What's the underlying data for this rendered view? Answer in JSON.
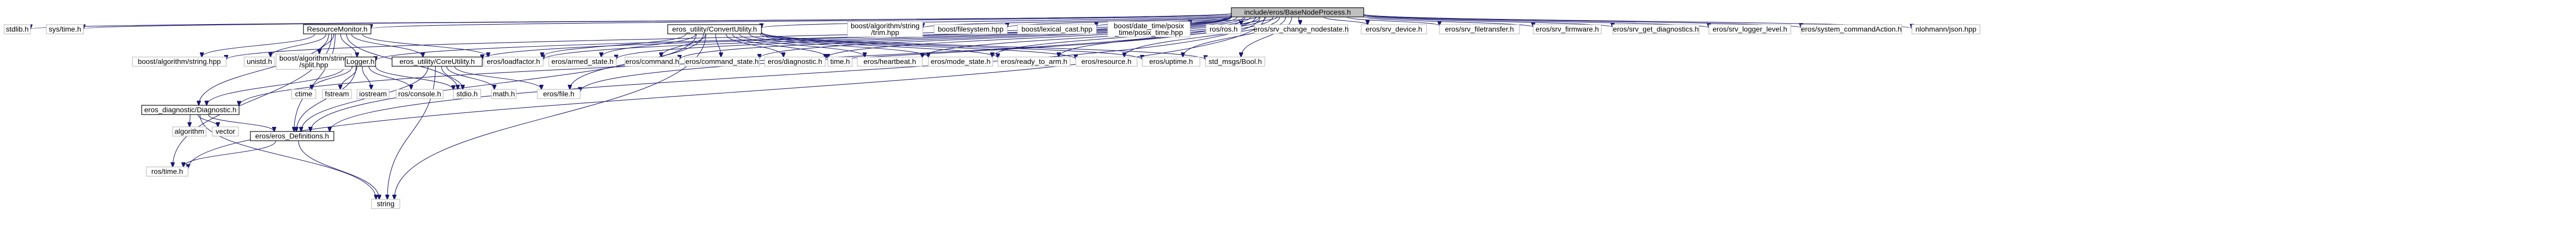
{
  "diagram": {
    "nodes": [
      {
        "id": "root",
        "lines": [
          "include/eros/BaseNodeProcess.h"
        ]
      },
      {
        "id": "stdlib",
        "lines": [
          "stdlib.h"
        ]
      },
      {
        "id": "systime",
        "lines": [
          "sys/time.h"
        ]
      },
      {
        "id": "resmon",
        "lines": [
          "ResourceMonitor.h"
        ]
      },
      {
        "id": "convutil",
        "lines": [
          "eros_utility/ConvertUtility.h"
        ]
      },
      {
        "id": "boost_trim",
        "lines": [
          "boost/algorithm/string",
          "/trim.hpp"
        ]
      },
      {
        "id": "boost_fs",
        "lines": [
          "boost/filesystem.hpp"
        ]
      },
      {
        "id": "boost_lex",
        "lines": [
          "boost/lexical_cast.hpp"
        ]
      },
      {
        "id": "boost_ptime",
        "lines": [
          "boost/date_time/posix",
          "_time/posix_time.hpp"
        ]
      },
      {
        "id": "rosros",
        "lines": [
          "ros/ros.h"
        ]
      },
      {
        "id": "srv_change",
        "lines": [
          "eros/srv_change_nodestate.h"
        ]
      },
      {
        "id": "srv_device",
        "lines": [
          "eros/srv_device.h"
        ]
      },
      {
        "id": "srv_filetransfer",
        "lines": [
          "eros/srv_filetransfer.h"
        ]
      },
      {
        "id": "srv_firmware",
        "lines": [
          "eros/srv_firmware.h"
        ]
      },
      {
        "id": "srv_getdiag",
        "lines": [
          "eros/srv_get_diagnostics.h"
        ]
      },
      {
        "id": "srv_logger",
        "lines": [
          "eros/srv_logger_level.h"
        ]
      },
      {
        "id": "sys_cmd",
        "lines": [
          "eros/system_commandAction.h"
        ]
      },
      {
        "id": "json",
        "lines": [
          "nlohmann/json.hpp"
        ]
      },
      {
        "id": "boost_string",
        "lines": [
          "boost/algorithm/string.hpp"
        ]
      },
      {
        "id": "unistd",
        "lines": [
          "unistd.h"
        ]
      },
      {
        "id": "boost_split",
        "lines": [
          "boost/algorithm/string",
          "/split.hpp"
        ]
      },
      {
        "id": "logger",
        "lines": [
          "Logger.h"
        ]
      },
      {
        "id": "coreutil",
        "lines": [
          "eros_utility/CoreUtility.h"
        ]
      },
      {
        "id": "loadfactor",
        "lines": [
          "eros/loadfactor.h"
        ]
      },
      {
        "id": "armed",
        "lines": [
          "eros/armed_state.h"
        ]
      },
      {
        "id": "command",
        "lines": [
          "eros/command.h"
        ]
      },
      {
        "id": "command_state",
        "lines": [
          "eros/command_state.h"
        ]
      },
      {
        "id": "diagnostic_msg",
        "lines": [
          "eros/diagnostic.h"
        ]
      },
      {
        "id": "timeh",
        "lines": [
          "time.h"
        ]
      },
      {
        "id": "heartbeat",
        "lines": [
          "eros/heartbeat.h"
        ]
      },
      {
        "id": "mode_state",
        "lines": [
          "eros/mode_state.h"
        ]
      },
      {
        "id": "ready",
        "lines": [
          "eros/ready_to_arm.h"
        ]
      },
      {
        "id": "resource",
        "lines": [
          "eros/resource.h"
        ]
      },
      {
        "id": "uptime",
        "lines": [
          "eros/uptime.h"
        ]
      },
      {
        "id": "std_bool",
        "lines": [
          "std_msgs/Bool.h"
        ]
      },
      {
        "id": "ctime",
        "lines": [
          "ctime"
        ]
      },
      {
        "id": "fstream",
        "lines": [
          "fstream"
        ]
      },
      {
        "id": "iostream",
        "lines": [
          "iostream"
        ]
      },
      {
        "id": "rosconsole",
        "lines": [
          "ros/console.h"
        ]
      },
      {
        "id": "stdio",
        "lines": [
          "stdio.h"
        ]
      },
      {
        "id": "mathh",
        "lines": [
          "math.h"
        ]
      },
      {
        "id": "filemsg",
        "lines": [
          "eros/file.h"
        ]
      },
      {
        "id": "eros_diag",
        "lines": [
          "eros_diagnostic/Diagnostic.h"
        ]
      },
      {
        "id": "algorithm",
        "lines": [
          "algorithm"
        ]
      },
      {
        "id": "vector",
        "lines": [
          "vector"
        ]
      },
      {
        "id": "eros_defs",
        "lines": [
          "eros/eros_Definitions.h"
        ]
      },
      {
        "id": "rostime",
        "lines": [
          "ros/time.h"
        ]
      },
      {
        "id": "string",
        "lines": [
          "string"
        ]
      }
    ],
    "edges": [
      [
        "root",
        "stdlib"
      ],
      [
        "root",
        "systime"
      ],
      [
        "root",
        "resmon"
      ],
      [
        "root",
        "convutil"
      ],
      [
        "root",
        "boost_trim"
      ],
      [
        "root",
        "boost_fs"
      ],
      [
        "root",
        "boost_lex"
      ],
      [
        "root",
        "boost_ptime"
      ],
      [
        "root",
        "rosros"
      ],
      [
        "root",
        "srv_change"
      ],
      [
        "root",
        "srv_device"
      ],
      [
        "root",
        "srv_filetransfer"
      ],
      [
        "root",
        "srv_firmware"
      ],
      [
        "root",
        "srv_getdiag"
      ],
      [
        "root",
        "srv_logger"
      ],
      [
        "root",
        "sys_cmd"
      ],
      [
        "root",
        "json"
      ],
      [
        "root",
        "logger"
      ],
      [
        "root",
        "coreutil"
      ],
      [
        "root",
        "loadfactor"
      ],
      [
        "root",
        "armed"
      ],
      [
        "root",
        "command"
      ],
      [
        "root",
        "command_state"
      ],
      [
        "root",
        "diagnostic_msg"
      ],
      [
        "root",
        "heartbeat"
      ],
      [
        "root",
        "mode_state"
      ],
      [
        "root",
        "ready"
      ],
      [
        "root",
        "resource"
      ],
      [
        "root",
        "uptime"
      ],
      [
        "root",
        "std_bool"
      ],
      [
        "root",
        "filemsg"
      ],
      [
        "root",
        "eros_diag"
      ],
      [
        "root",
        "eros_defs"
      ],
      [
        "root",
        "rostime"
      ],
      [
        "root",
        "boost_string"
      ],
      [
        "resmon",
        "boost_string"
      ],
      [
        "resmon",
        "unistd"
      ],
      [
        "resmon",
        "boost_split"
      ],
      [
        "resmon",
        "logger"
      ],
      [
        "resmon",
        "coreutil"
      ],
      [
        "resmon",
        "loadfactor"
      ],
      [
        "resmon",
        "eros_diag"
      ],
      [
        "resmon",
        "eros_defs"
      ],
      [
        "resmon",
        "stdio"
      ],
      [
        "resmon",
        "rostime"
      ],
      [
        "convutil",
        "loadfactor"
      ],
      [
        "convutil",
        "armed"
      ],
      [
        "convutil",
        "command"
      ],
      [
        "convutil",
        "command_state"
      ],
      [
        "convutil",
        "diagnostic_msg"
      ],
      [
        "convutil",
        "timeh"
      ],
      [
        "convutil",
        "heartbeat"
      ],
      [
        "convutil",
        "mode_state"
      ],
      [
        "convutil",
        "ready"
      ],
      [
        "convutil",
        "resource"
      ],
      [
        "convutil",
        "uptime"
      ],
      [
        "convutil",
        "std_bool"
      ],
      [
        "convutil",
        "filemsg"
      ],
      [
        "convutil",
        "eros_defs"
      ],
      [
        "convutil",
        "string"
      ],
      [
        "logger",
        "ctime"
      ],
      [
        "logger",
        "fstream"
      ],
      [
        "logger",
        "iostream"
      ],
      [
        "logger",
        "rosconsole"
      ],
      [
        "logger",
        "stdio"
      ],
      [
        "logger",
        "eros_diag"
      ],
      [
        "logger",
        "eros_defs"
      ],
      [
        "coreutil",
        "mathh"
      ],
      [
        "coreutil",
        "filemsg"
      ],
      [
        "coreutil",
        "stdio"
      ],
      [
        "coreutil",
        "eros_defs"
      ],
      [
        "coreutil",
        "string"
      ],
      [
        "eros_diag",
        "algorithm"
      ],
      [
        "eros_diag",
        "vector"
      ],
      [
        "eros_diag",
        "eros_defs"
      ],
      [
        "eros_diag",
        "string"
      ],
      [
        "eros_defs",
        "rostime"
      ],
      [
        "eros_defs",
        "string"
      ]
    ]
  }
}
